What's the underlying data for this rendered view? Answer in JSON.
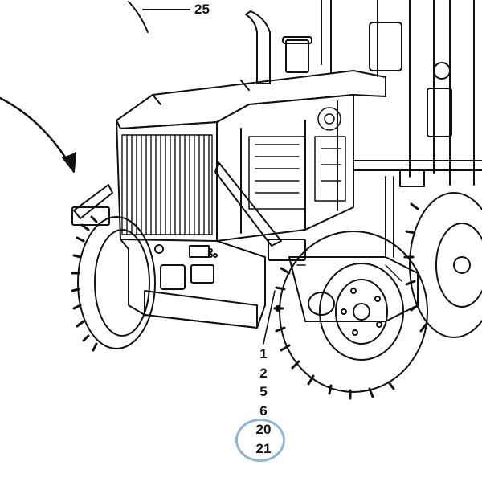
{
  "figure": {
    "callouts": {
      "top_label": "25",
      "part_numbers": [
        "1",
        "2",
        "5",
        "6",
        "20",
        "21"
      ]
    },
    "highlight": {
      "target_parts": [
        "20",
        "21"
      ],
      "ring_color": "#8fb4d6"
    },
    "colors": {
      "line": "#111111",
      "background": "#ffffff"
    }
  }
}
